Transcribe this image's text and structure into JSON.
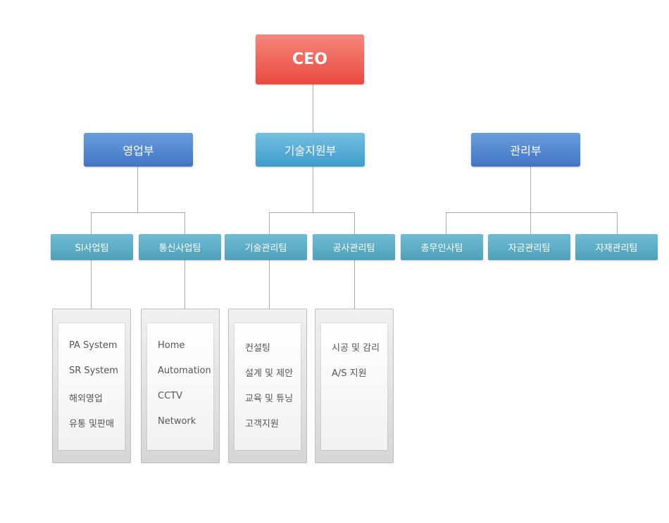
{
  "ceo": "CEO",
  "departments": [
    "영업부",
    "기술지원부",
    "관리부"
  ],
  "teams": [
    "SI사업팀",
    "통신사업팀",
    "기술관리팀",
    "공사관리팀",
    "총무인사팀",
    "자금관리팀",
    "자재관리팀"
  ],
  "duties": [
    [
      "PA System",
      "SR System",
      "해외영업",
      "유통 및판매"
    ],
    [
      "Home",
      "Automation",
      "CCTV",
      "Network"
    ],
    [
      "컨설팅",
      "설계 및 제안",
      "교육 및 튜닝",
      "고객지원"
    ],
    [
      "시공 및 감리",
      "A/S 지원"
    ]
  ],
  "colors": {
    "ceo": "#ee5e55",
    "dept_blue": "#4f84cf",
    "dept_cyan": "#52abd5",
    "team": "#5eafc8",
    "connector": "#a9a9a9"
  }
}
